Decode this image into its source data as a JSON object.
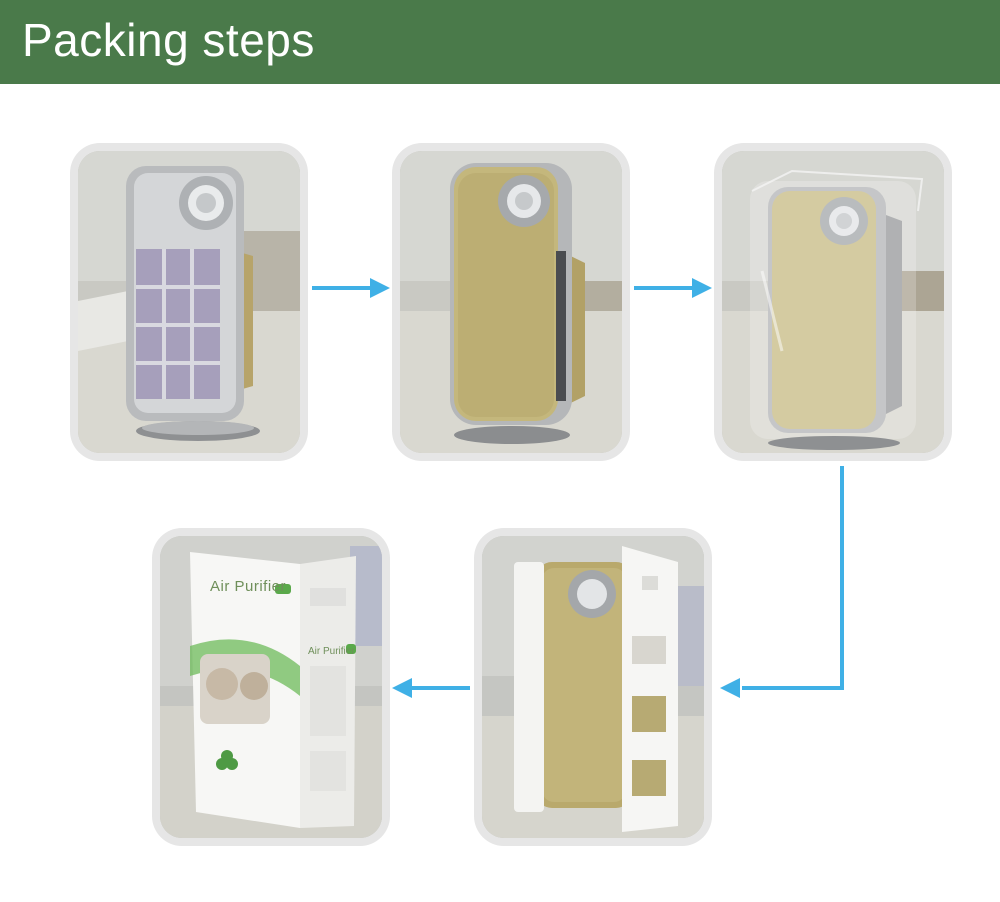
{
  "header": {
    "title": "Packing steps",
    "background_color": "#4a7a4a",
    "text_color": "#ffffff"
  },
  "arrow_color": "#3fb0e6",
  "steps": [
    {
      "name": "purifier-with-filter-exposed"
    },
    {
      "name": "purifier-with-front-panel"
    },
    {
      "name": "purifier-in-plastic-bag"
    },
    {
      "name": "purifier-in-foam-packing"
    },
    {
      "name": "purifier-in-retail-box"
    }
  ],
  "box": {
    "brand_text_front": "Air Purifier",
    "brand_text_side": "Air Purifier"
  }
}
